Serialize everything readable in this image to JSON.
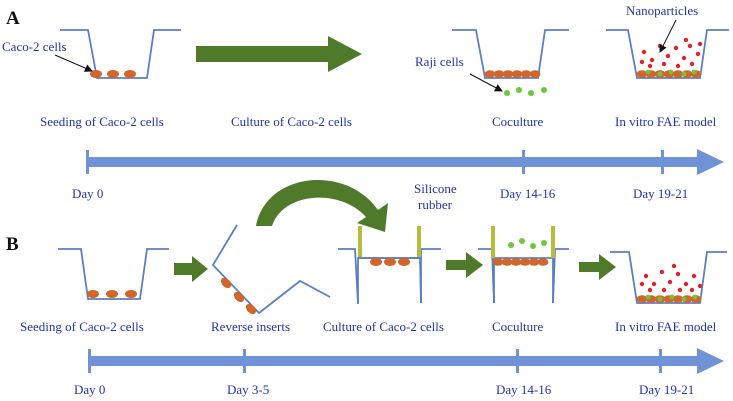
{
  "colors": {
    "insert": "#5b7fc4",
    "timeline": "#6f93d6",
    "process_arrow": "#4f7a2a",
    "caco2_cell": "#d2662a",
    "raji_cell": "#6cc83a",
    "nanoparticle": "#d8242a",
    "silicone_rubber": "#b5bd3a",
    "label_text": "#2233aa"
  },
  "panel_a": {
    "panel_label": "A",
    "cell_label": "Caco-2 cells",
    "raji_label": "Raji cells",
    "nanoparticle_label": "Nanoparticles",
    "steps": [
      "Seeding of Caco-2 cells",
      "Culture of Caco-2 cells",
      "Coculture",
      "In vitro FAE model"
    ],
    "timeline_ticks": [
      "Day 0",
      "Day 14-16",
      "Day 19-21"
    ]
  },
  "panel_b": {
    "panel_label": "B",
    "silicone_label_line1": "Silicone",
    "silicone_label_line2": "rubber",
    "steps": [
      "Seeding of Caco-2 cells",
      "Reverse inserts",
      "Culture of Caco-2 cells",
      "Coculture",
      "In vitro FAE model"
    ],
    "timeline_ticks": [
      "Day 0",
      "Day 3-5",
      "Day 14-16",
      "Day 19-21"
    ]
  }
}
